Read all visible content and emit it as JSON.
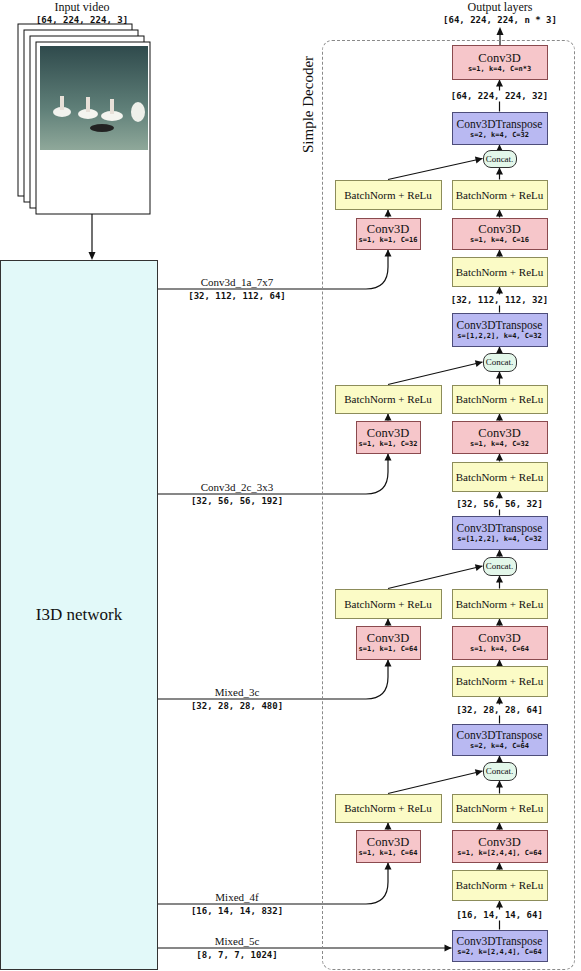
{
  "diagram": {
    "nodes": [
      {
        "text": [
          "Simple Decoder"
        ]
      },
      {
        "text": [
          "Conv3D",
          "s=1, k=4, C=n*3"
        ],
        "in": 0
      },
      {
        "text": [
          "Conv3DTranspose",
          "s=2, k=4, C=32"
        ],
        "in": 0
      },
      {
        "text": [
          "Concat."
        ],
        "in": 0
      },
      {
        "text": [
          "BatchNorm + ReLu"
        ],
        "in": 0
      },
      {
        "text": [
          "BatchNorm + ReLu"
        ],
        "in": 0
      },
      {
        "text": [
          "Conv3D",
          "s=1, k=1, C=16"
        ],
        "in": 0
      },
      {
        "text": [
          "Conv3D",
          "s=1, k=4, C=16"
        ],
        "in": 0
      },
      {
        "text": [
          "BatchNorm + ReLu"
        ],
        "in": 0
      },
      {
        "text": [
          "Conv3DTranspose",
          "s=[1,2,2], k=4, C=32"
        ],
        "in": 0
      },
      {
        "text": [
          "Concat."
        ],
        "in": 0
      },
      {
        "text": [
          "BatchNorm + ReLu"
        ],
        "in": 0
      },
      {
        "text": [
          "BatchNorm + ReLu"
        ],
        "in": 0
      },
      {
        "text": [
          "Conv3D",
          "s=1, k=1, C=32"
        ],
        "in": 0
      },
      {
        "text": [
          "Conv3D",
          "s=1, k=4, C=32"
        ],
        "in": 0
      },
      {
        "text": [
          "BatchNorm + ReLu"
        ],
        "in": 0
      },
      {
        "text": [
          "Conv3DTranspose",
          "s=[1,2,2], k=4, C=32"
        ],
        "in": 0
      },
      {
        "text": [
          "Concat."
        ],
        "in": 0
      },
      {
        "text": [
          "BatchNorm + ReLu"
        ],
        "in": 0
      },
      {
        "text": [
          "BatchNorm + ReLu"
        ],
        "in": 0
      },
      {
        "text": [
          "Conv3D",
          "s=1, k=1, C=64"
        ],
        "in": 0
      },
      {
        "text": [
          "Conv3D",
          "s=1, k=4, C=64"
        ],
        "in": 0
      },
      {
        "text": [
          "BatchNorm + ReLu"
        ],
        "in": 0
      },
      {
        "text": [
          "Conv3DTranspose",
          "s=2, k=4, C=64"
        ],
        "in": 0
      },
      {
        "text": [
          "Concat."
        ],
        "in": 0
      },
      {
        "text": [
          "BatchNorm + ReLu"
        ],
        "in": 0
      },
      {
        "text": [
          "BatchNorm + ReLu"
        ],
        "in": 0
      },
      {
        "text": [
          "Conv3D",
          "s=1, k=1, C=64"
        ],
        "in": 0
      },
      {
        "text": [
          "Conv3D",
          "s=1, k=[2,4,4], C=64"
        ],
        "in": 0
      },
      {
        "text": [
          "BatchNorm + ReLu"
        ],
        "in": 0
      },
      {
        "text": [
          "Conv3DTranspose",
          "s=2, k=[2,4,4], C=64"
        ],
        "in": 0
      },
      {
        "text": [
          "I3D network"
        ]
      }
    ],
    "edges": [
      {
        "from": 2,
        "to": 1,
        "arrow": "to",
        "label": "[64, 224, 224, 32]"
      },
      {
        "from": 9,
        "to": 8,
        "arrow": "to",
        "label": "[32, 112, 112, 32]"
      },
      {
        "from": 8,
        "to": 7,
        "arrow": "to"
      },
      {
        "from": 7,
        "to": 5,
        "arrow": "to"
      },
      {
        "from": 5,
        "to": 3,
        "arrow": "to"
      },
      {
        "from": 6,
        "to": 4,
        "arrow": "to"
      },
      {
        "from": 4,
        "to": 3,
        "arrow": "to"
      },
      {
        "from": 3,
        "to": 2,
        "arrow": "to"
      },
      {
        "from": 31,
        "to": 6,
        "arrow": "to",
        "label": "Conv3d_1a_7x7"
      },
      {
        "from": 16,
        "to": 15,
        "arrow": "to",
        "label": "[32, 56, 56, 32]"
      },
      {
        "from": 15,
        "to": 14,
        "arrow": "to"
      },
      {
        "from": 14,
        "to": 12,
        "arrow": "to"
      },
      {
        "from": 12,
        "to": 10,
        "arrow": "to"
      },
      {
        "from": 13,
        "to": 11,
        "arrow": "to"
      },
      {
        "from": 11,
        "to": 10,
        "arrow": "to"
      },
      {
        "from": 10,
        "to": 9,
        "arrow": "to"
      },
      {
        "from": 31,
        "to": 13,
        "arrow": "to",
        "label": "Conv3d_2c_3x3"
      },
      {
        "from": 23,
        "to": 22,
        "arrow": "to",
        "label": "[32, 28, 28, 64]"
      },
      {
        "from": 22,
        "to": 21,
        "arrow": "to"
      },
      {
        "from": 21,
        "to": 19,
        "arrow": "to"
      },
      {
        "from": 19,
        "to": 17,
        "arrow": "to"
      },
      {
        "from": 20,
        "to": 18,
        "arrow": "to"
      },
      {
        "from": 18,
        "to": 17,
        "arrow": "to"
      },
      {
        "from": 17,
        "to": 16,
        "arrow": "to"
      },
      {
        "from": 31,
        "to": 20,
        "arrow": "to",
        "label": "Mixed_3c"
      },
      {
        "from": 30,
        "to": 29,
        "arrow": "to",
        "label": "[16, 14, 14, 64]"
      },
      {
        "from": 29,
        "to": 28,
        "arrow": "to"
      },
      {
        "from": 28,
        "to": 26,
        "arrow": "to"
      },
      {
        "from": 26,
        "to": 24,
        "arrow": "to"
      },
      {
        "from": 27,
        "to": 25,
        "arrow": "to"
      },
      {
        "from": 25,
        "to": 24,
        "arrow": "to"
      },
      {
        "from": 24,
        "to": 23,
        "arrow": "to"
      },
      {
        "from": 31,
        "to": 27,
        "arrow": "to",
        "label": "Mixed_4f"
      },
      {
        "from": 31,
        "to": 30,
        "arrow": "to",
        "label": "Mixed_5c"
      }
    ],
    "labels": [
      "Input video",
      "[64, 224, 224, 3]",
      "Output layers",
      "[64, 224, 224, n * 3]",
      "[32, 112, 112, 64]",
      "[32, 56, 56, 192]",
      "[32, 28, 28, 480]",
      "[16, 14, 14, 832]",
      "[8, 7, 7, 1024]"
    ]
  }
}
